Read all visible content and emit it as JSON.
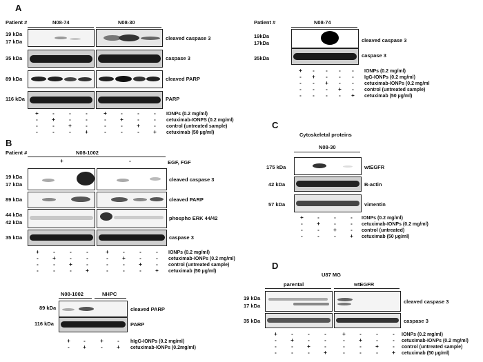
{
  "A": {
    "panel": "A",
    "patient": "Patient #",
    "groups": [
      "N08-74",
      "N08-30"
    ],
    "kdas": [
      "19 kDa",
      "17 kDa",
      "35 kDa",
      "89 kDa",
      "116 kDa"
    ],
    "rows": [
      "cleaved caspase 3",
      "caspase 3",
      "cleaved PARP",
      "PARP"
    ],
    "treatments": [
      "IONPs (0.2 mg/ml)",
      "cetuximab-IONPS (0.2 mg/ml)",
      "control (untreated sample)",
      "cetuximab (50 µg/ml)"
    ]
  },
  "A2": {
    "patient": "Patient #",
    "group": "N08-74",
    "kdas": [
      "19kDa",
      "17kDa",
      "35kDa"
    ],
    "rows": [
      "cleaved caspase 3",
      "caspase 3"
    ],
    "treatments": [
      "IONPs (0.2 mg/ml)",
      "IgG-IONPs (0.2 mg/ml)",
      "cetuximab-IONPs (0.2 mg/ml",
      "control (untreated sample)",
      "cetuximab (50 µg/ml)"
    ]
  },
  "B": {
    "panel": "B",
    "patient": "Patient #",
    "group": "N08-1002",
    "growth": "EGF, FGF",
    "plus": "+",
    "minus": "-",
    "kdas": [
      "19 kDa",
      "17 kDa",
      "89 kDa",
      "44 kDa",
      "42 kDa",
      "35 kDa"
    ],
    "rows": [
      "cleaved caspase 3",
      "cleaved PARP",
      "phospho ERK 44/42",
      "caspase 3"
    ],
    "treatments": [
      "IONPs (0.2 mg/ml)",
      "cetuximab-IONPs (0.2 mg/ml)",
      "control (untreated sample)",
      "cetuximab (50 µg/ml)"
    ]
  },
  "B2": {
    "groups": [
      "N08-1002",
      "NHPC"
    ],
    "kdas": [
      "89 kDa",
      "116 kDa"
    ],
    "rows": [
      "cleaved PARP",
      "PARP"
    ],
    "treatments": [
      "hIgG-IONPs (0.2 mg/ml)",
      "cetuximab-IONPs (0.2mg/ml)"
    ]
  },
  "C": {
    "panel": "C",
    "title": "Cytoskeletal proteins",
    "group": "N08-30",
    "kdas": [
      "175 kDa",
      "42 kDa",
      "57 kDa"
    ],
    "rows": [
      "wtEGFR",
      "B-actin",
      "vimentin"
    ],
    "treatments": [
      "IONPs (0.2 mg/ml)",
      "cetuximab-IONPs (0.2 mg/ml)",
      "control (untreated)",
      "cetuximab (50 µg/ml)"
    ]
  },
  "D": {
    "panel": "D",
    "cell": "U87 MG",
    "groups": [
      "parental",
      "wtEGFR"
    ],
    "kdas": [
      "19 kDa",
      "17 kDa",
      "35 kDa"
    ],
    "rows": [
      "cleaved caspase 3",
      "caspase 3"
    ],
    "treatments": [
      "IONPs (0.2 mg/ml)",
      "cetuximab-IONPs (0.2 mg/ml)",
      "control (untreated sample)",
      "cetuximab (50 µg/ml)"
    ]
  }
}
